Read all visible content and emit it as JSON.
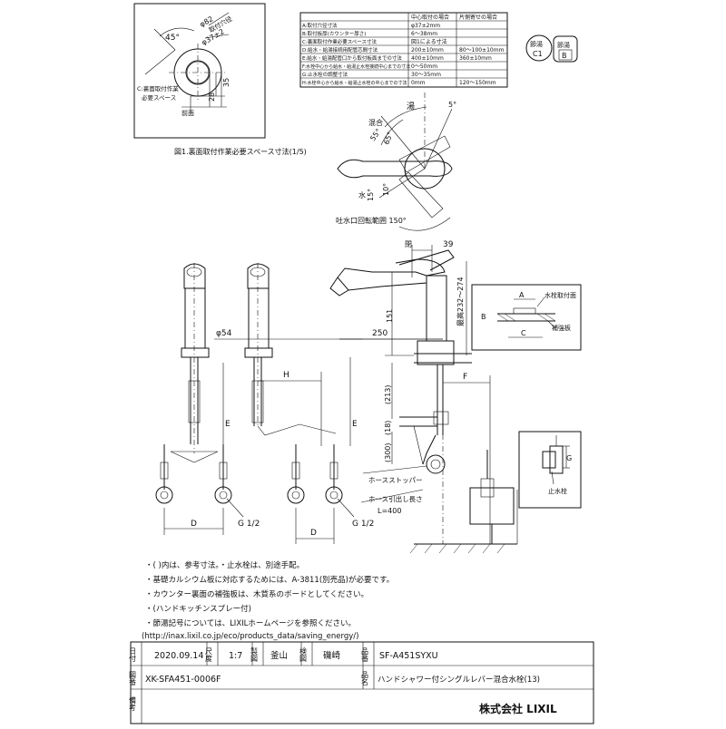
{
  "top_left_detail": {
    "angle_label": "45°",
    "dia_label": "φ82",
    "mount_hole_label": "取付穴径",
    "mount_hole_value": "φ37±2",
    "side_space_label_1": "C:裏面取付作業",
    "side_space_label_2": "必要スペース",
    "front_label": "前面",
    "dim_35": "35",
    "dim_28": "28",
    "caption": "図1.裏面取付作業必要スペース寸法(1/5)"
  },
  "spec_table": {
    "col_headers": [
      "中心取付の場合",
      "片側寄せの場合"
    ],
    "rows": [
      {
        "label": "A:取付穴径寸法",
        "v1": "φ37±2mm",
        "v2": ""
      },
      {
        "label": "B:取付板厚(カウンター厚さ)",
        "v1": "6～38mm",
        "v2": ""
      },
      {
        "label": "C:裏面取付作業必要スペース寸法",
        "v1": "図1による寸法",
        "v2": ""
      },
      {
        "label": "D:給水・給湯接続用配管芯間寸法",
        "v1": "200±10mm",
        "v2": "80～100±10mm"
      },
      {
        "label": "E:給水・給湯配管口から取付板面までの寸法",
        "v1": "400±10mm",
        "v2": "360±10mm"
      },
      {
        "label": "F:水栓中心から給水・給湯止水栓接続中心までの寸法",
        "v1": "0～50mm",
        "v2": ""
      },
      {
        "label": "G:止水栓の調整寸法",
        "v1": "30～35mm",
        "v2": ""
      },
      {
        "label": "H:水栓中心から給水・給湯止水栓の中心までの寸法",
        "v1": "0mm",
        "v2": "120～150mm"
      }
    ]
  },
  "badges": {
    "badge1_line1": "節湯",
    "badge1_line2": "C1",
    "badge2_line1": "節湯",
    "badge2_line2": "B"
  },
  "lever_view": {
    "hot": "湯",
    "mix": "混合",
    "cold": "水",
    "a5": "5°",
    "a55": "55°",
    "a65": "65°",
    "a15": "15°",
    "a10": "10°",
    "spout_rotation": "吐水口回転範囲 150°"
  },
  "elevation": {
    "close": "閉",
    "dim_39": "39",
    "dim_151": "151",
    "dim_250": "250",
    "dim_274": "最高232～274",
    "dim_213": "(213)",
    "dim_18": "(18)",
    "dim_300": "(300)",
    "dim_54": "φ54",
    "dim_h": "H",
    "dim_e1": "E",
    "dim_e2": "E",
    "dim_f": "F",
    "dim_d1": "D",
    "dim_d2": "D",
    "g12_1": "G 1/2",
    "g12_2": "G 1/2",
    "hose_stopper": "ホースストッパー",
    "hose_length": "ホース引出し長さ",
    "hose_length_value": "L=400",
    "stop_valve": "止水栓",
    "g_label": "G"
  },
  "counter_detail": {
    "a": "A",
    "b": "B",
    "c": "C",
    "mount_plate": "水栓取付面",
    "reinforce": "補強板"
  },
  "notes": [
    "・(  )内は、参考寸法。・止水栓は、別途手配。",
    "・基礎カルシウム板に対応するためには、A-3811(別売品)が必要です。",
    "・カウンター裏面の補強板は、木質系のボードとしてください。",
    "・(ハンドキッチンスプレー付)",
    "・節湯記号については、LIXILホームページを参照ください。",
    "(http://inax.lixil.co.jp/eco/products_data/saving_energy/)"
  ],
  "title_block": {
    "date_label": "日付",
    "date_value": "2020.09.14",
    "scale_label": "尺度",
    "scale_value": "1:7",
    "drawn_label": "製図",
    "drawn_value": "釜山",
    "checked_label": "検図",
    "checked_value": "磯崎",
    "part_no_label": "品番",
    "part_no_value": "SF-A451SYXU",
    "drawing_no_label": "図番",
    "drawing_no_value": "XK-SFA451-0006F",
    "name_label": "品名",
    "name_value": "ハンドシャワー付シングルレバー混合水栓(13)",
    "remarks_label": "備考",
    "company": "株式会社 LIXIL"
  }
}
